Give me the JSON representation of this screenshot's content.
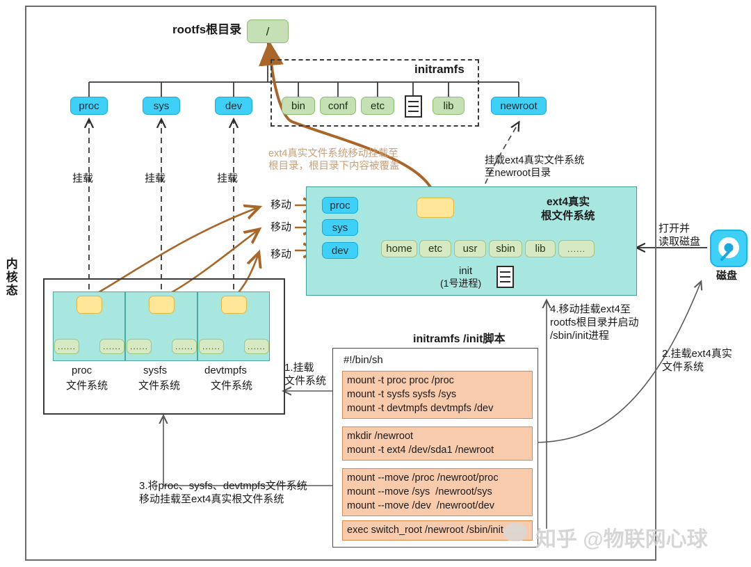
{
  "diagram": {
    "side_label": "内核态",
    "rootfs_label": "rootfs根目录",
    "root_node": "/",
    "initramfs_title": "initramfs",
    "script_title": "initramfs /init脚本"
  },
  "rootfs_children": [
    {
      "name": "proc",
      "kind": "blue"
    },
    {
      "name": "sys",
      "kind": "blue"
    },
    {
      "name": "dev",
      "kind": "blue"
    },
    {
      "name": "bin",
      "kind": "green"
    },
    {
      "name": "conf",
      "kind": "green"
    },
    {
      "name": "etc",
      "kind": "green"
    },
    {
      "name": "file-glyph",
      "kind": "glyph"
    },
    {
      "name": "lib",
      "kind": "green"
    },
    {
      "name": "newroot",
      "kind": "blue"
    }
  ],
  "mount_labels": [
    "挂载",
    "挂载",
    "挂载"
  ],
  "move_labels": [
    "移动",
    "移动",
    "移动"
  ],
  "annotations": {
    "ext4_move_to_root": "ext4真实文件系统移动挂载至\n根目录，根目录下内容被覆盖",
    "mount_ext4_to_newroot": "挂载ext4真实文件系统\n至newroot目录",
    "open_read_disk": "打开并\n读取磁盘",
    "step1": "1.挂载\n文件系统",
    "step2": "2.挂载ext4真实\n文件系统",
    "step3": "3.将proc、sysfs、devtmpfs文件系统\n移动挂载至ext4真实根文件系统",
    "step4": "4.移动挂载ext4至\nrootfs根目录并启动\n/sbin/init进程"
  },
  "kernel_filesystems": [
    {
      "label_line1": "proc",
      "label_line2": "文件系统",
      "children": [
        "......",
        "......"
      ]
    },
    {
      "label_line1": "sysfs",
      "label_line2": "文件系统",
      "children": [
        "......",
        "......"
      ]
    },
    {
      "label_line1": "devtmpfs",
      "label_line2": "文件系统",
      "children": [
        "......",
        "......"
      ]
    }
  ],
  "ext4": {
    "title_line1": "ext4真实",
    "title_line2": "根文件系统",
    "moved_mounts": [
      "proc",
      "sys",
      "dev"
    ],
    "dirs": [
      "home",
      "etc",
      "usr",
      "sbin",
      "lib",
      "......"
    ],
    "init_label_line1": "init",
    "init_label_line2": "(1号进程)"
  },
  "disk": {
    "label": "磁盘",
    "icon": "hard-disk-icon"
  },
  "script": {
    "shebang": "#!/bin/sh",
    "blocks": [
      [
        "mount -t proc proc /proc",
        "mount -t sysfs sysfs /sys",
        "mount -t devtmpfs devtmpfs /dev"
      ],
      [
        "mkdir /newroot",
        "mount -t ext4 /dev/sda1 /newroot"
      ],
      [
        "mount --move /proc /newroot/proc",
        "mount --move /sys  /newroot/sys",
        "mount --move /dev  /newroot/dev"
      ],
      [
        "exec switch_root /newroot /sbin/init"
      ]
    ]
  },
  "watermark": {
    "text": "知乎 @物联网心球"
  },
  "colors": {
    "blue_fill": "#3fd0f7",
    "blue_stroke": "#1aa9d6",
    "green_fill": "#c5e0b4",
    "green_stroke": "#8cba6e",
    "yellow_fill": "#ffe699",
    "yellow_stroke": "#e0b93f",
    "teal_fill": "#a8e6e0",
    "teal_stroke": "#3f9e95",
    "peach_fill": "#f8cbad",
    "peach_stroke": "#d98a4e",
    "orange_text": "#c8a07a",
    "brown_arrow": "#a9662a"
  }
}
